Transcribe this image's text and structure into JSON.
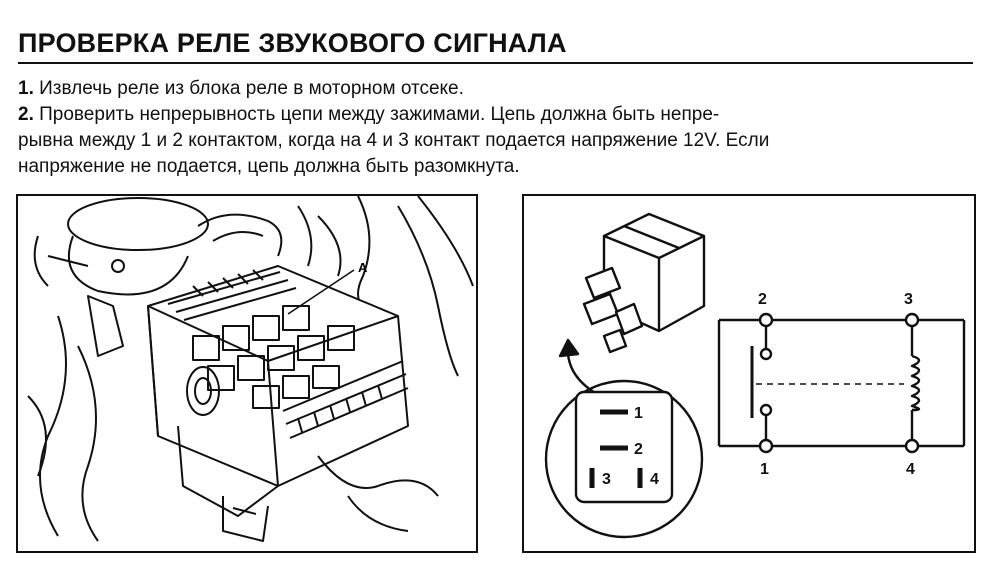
{
  "page": {
    "title": "ПРОВЕРКА РЕЛЕ ЗВУКОВОГО СИГНАЛА",
    "steps": [
      {
        "num": "1.",
        "lines": [
          "Извлечь реле из блока реле в моторном отсеке."
        ]
      },
      {
        "num": "2.",
        "lines": [
          "Проверить непрерывность цепи между зажимами. Цепь должна быть непре-",
          "рывна между 1 и 2 контактом, когда на 4 и 3 контакт подается напряжение 12V. Если",
          "напряжение не подается, цепь должна быть разомкнута."
        ]
      }
    ]
  },
  "figure_left": {
    "callout": "A",
    "icons": [
      "engine-bay-illustration",
      "relay-box-illustration"
    ]
  },
  "figure_right": {
    "pin_labels": {
      "p1": "1",
      "p2": "2",
      "p3": "3",
      "p4": "4"
    },
    "circuit_labels": {
      "c1": "1",
      "c2": "2",
      "c3": "3",
      "c4": "4"
    },
    "icons": [
      "relay-illustration",
      "coil-symbol",
      "switch-symbol"
    ]
  }
}
